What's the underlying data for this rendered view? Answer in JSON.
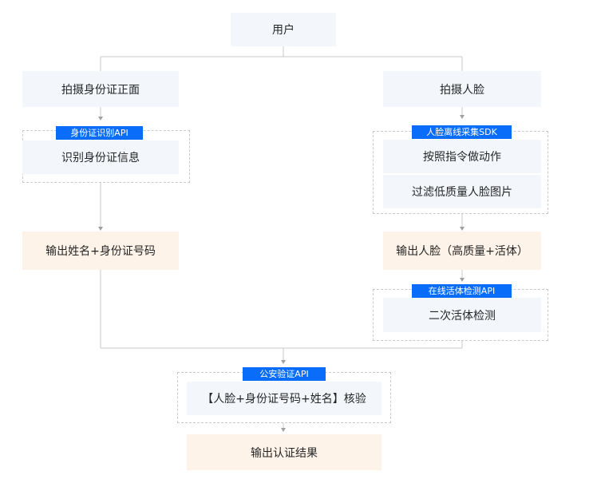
{
  "user": "用户",
  "left": {
    "capture": "拍摄身份证正面",
    "api_tag": "身份证识别API",
    "recognize": "识别身份证信息",
    "output": "输出姓名+身份证号码"
  },
  "right": {
    "capture": "拍摄人脸",
    "sdk_tag": "人脸离线采集SDK",
    "action": "按照指令做动作",
    "filter": "过滤低质量人脸图片",
    "output": "输出人脸（高质量+活体）",
    "liveness_tag": "在线活体检测API",
    "liveness": "二次活体检测"
  },
  "police": {
    "tag": "公安验证API",
    "verify": "【人脸+身份证号码+姓名】核验"
  },
  "result": "输出认证结果",
  "colors": {
    "tag_blue": "#0a6dfa",
    "node_blue": "#f3f7fc",
    "node_orange": "#fdf3e8",
    "line": "#c8c8c8",
    "arrow": "#a0a0a0"
  }
}
